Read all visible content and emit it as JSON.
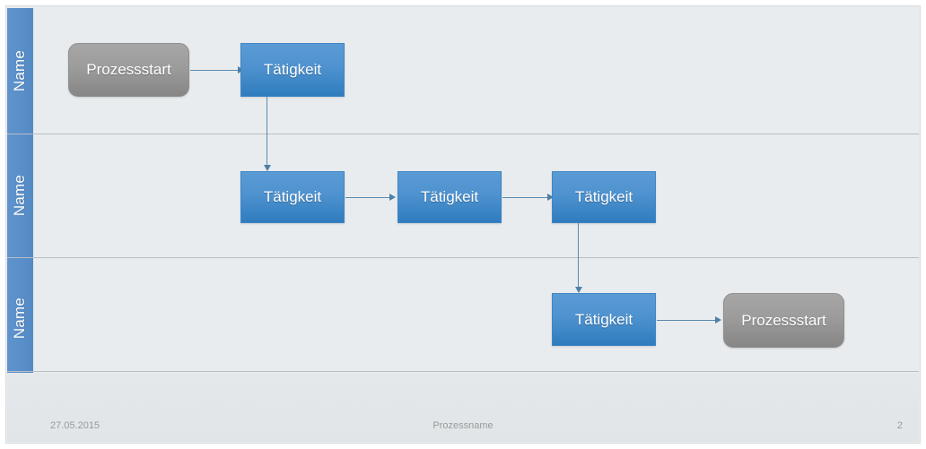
{
  "slide": {
    "lanes": [
      {
        "label": "Name"
      },
      {
        "label": "Name"
      },
      {
        "label": "Name"
      }
    ],
    "nodes": [
      {
        "id": "start",
        "label": "Prozessstart",
        "type": "terminator",
        "lane": 1
      },
      {
        "id": "act1",
        "label": "Tätigkeit",
        "type": "activity",
        "lane": 1
      },
      {
        "id": "act2",
        "label": "Tätigkeit",
        "type": "activity",
        "lane": 2
      },
      {
        "id": "act3",
        "label": "Tätigkeit",
        "type": "activity",
        "lane": 2
      },
      {
        "id": "act4",
        "label": "Tätigkeit",
        "type": "activity",
        "lane": 2
      },
      {
        "id": "act5",
        "label": "Tätigkeit",
        "type": "activity",
        "lane": 3
      },
      {
        "id": "end",
        "label": "Prozessstart",
        "type": "terminator",
        "lane": 3
      }
    ],
    "colors": {
      "lane_header": "#5b92cd",
      "activity_fill": "#4e92cf",
      "terminator_fill": "#9c9c9c",
      "connector": "#5b8ab0",
      "canvas": "#e9ecee",
      "footer": "#e3e7ea"
    }
  },
  "footer": {
    "date": "27.05.2015",
    "process_name": "Prozessname",
    "page_number": "2"
  }
}
